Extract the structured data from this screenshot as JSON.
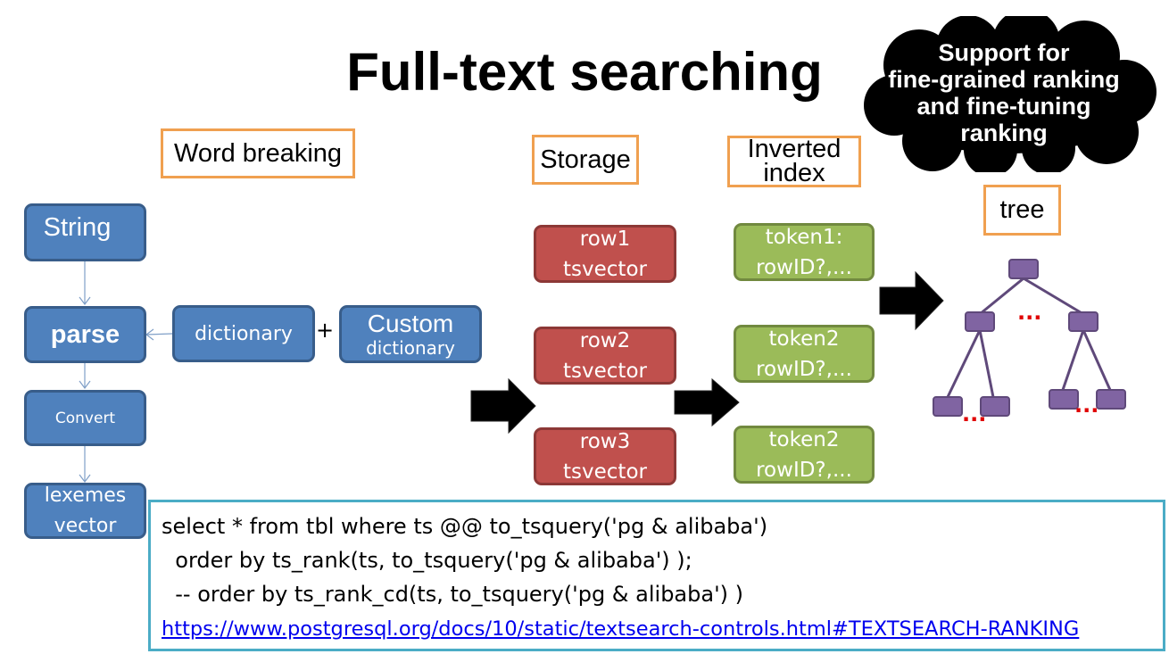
{
  "title": "Full-text searching",
  "cloud": {
    "line1": "Support for",
    "line2": "fine-grained ranking",
    "line3": "and fine-tuning",
    "line4": "ranking"
  },
  "headers": {
    "word_breaking": "Word breaking",
    "storage": "Storage",
    "inverted_index_1": "Inverted",
    "inverted_index_2": "index",
    "tree": "tree"
  },
  "pipeline": {
    "string": "String",
    "parse": "parse",
    "convert": "Convert",
    "lexemes_1": "lexemes",
    "lexemes_2": "vector",
    "dictionary": "dictionary",
    "plus": "+",
    "custom_1": "Custom",
    "custom_2": "dictionary"
  },
  "storage_rows": [
    {
      "line1": "row1",
      "line2": "tsvector"
    },
    {
      "line1": "row2",
      "line2": "tsvector"
    },
    {
      "line1": "row3",
      "line2": "tsvector"
    }
  ],
  "index_rows": [
    {
      "line1": "token1:",
      "line2": "rowID?,..."
    },
    {
      "line1": "token2",
      "line2": "rowID?,..."
    },
    {
      "line1": "token2",
      "line2": "rowID?,..."
    }
  ],
  "tree_ellipses": [
    "...",
    "...",
    "..."
  ],
  "code": {
    "line1": "select * from tbl where ts @@ to_tsquery('pg & alibaba')",
    "line2": "  order by ts_rank(ts, to_tsquery('pg & alibaba') );",
    "line3": "  -- order by ts_rank_cd(ts, to_tsquery('pg & alibaba') )",
    "link": "https://www.postgresql.org/docs/10/static/textsearch-controls.html#TEXTSEARCH-RANKING"
  },
  "colors": {
    "header_border": "#f0a050",
    "blue_box": "#4f81bd",
    "red_box": "#c0504d",
    "green_box": "#9bbb59",
    "tree_node": "#8064a2",
    "code_border": "#4bacc6"
  }
}
